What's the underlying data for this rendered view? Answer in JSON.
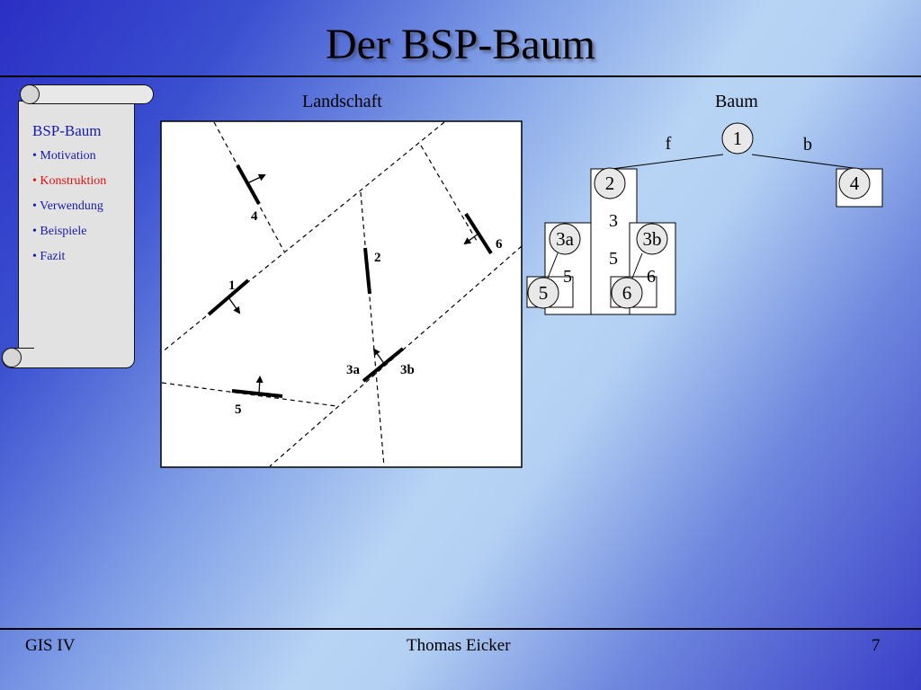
{
  "slide": {
    "title": "Der BSP-Baum"
  },
  "nav": {
    "heading": "BSP-Baum",
    "items": [
      {
        "label": "• Motivation",
        "active": false
      },
      {
        "label": "• Konstruktion",
        "active": true
      },
      {
        "label": "• Verwendung",
        "active": false
      },
      {
        "label": "• Beispiele",
        "active": false
      },
      {
        "label": "• Fazit",
        "active": false
      }
    ]
  },
  "landscape": {
    "heading": "Landschaft",
    "labels": {
      "s1": "1",
      "s2": "2",
      "s3a": "3a",
      "s3b": "3b",
      "s4": "4",
      "s5": "5",
      "s6": "6"
    }
  },
  "tree": {
    "heading": "Baum",
    "edge_front": "f",
    "edge_back": "b",
    "nodes": {
      "n1": "1",
      "n2": "2",
      "n3a": "3a",
      "n3b": "3b",
      "n4": "4",
      "n5": "5",
      "n6": "6"
    },
    "box_list": {
      "a": "3",
      "b": "5",
      "c": "6"
    },
    "hidden_left": "5",
    "hidden_right": "6"
  },
  "footer": {
    "left": "GIS IV",
    "center": "Thomas Eicker",
    "page": "7"
  },
  "colors": {
    "nav_text": "#1a1aa8",
    "nav_active": "#e01010"
  }
}
